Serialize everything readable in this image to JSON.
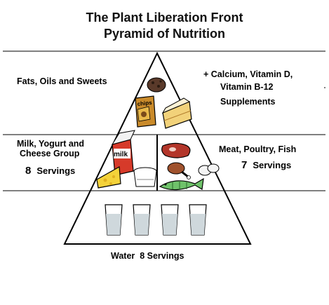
{
  "title": {
    "line1": "The Plant Liberation Front",
    "line2": "Pyramid of Nutrition"
  },
  "tiers": {
    "top": {
      "label": "Fats, Oils and Sweets",
      "note_line1": "+ Calcium, Vitamin D,",
      "note_line2": "Vitamin B-12",
      "note_line3": "Supplements",
      "chips_text": "chips"
    },
    "middle_left": {
      "label_line1": "Milk, Yogurt and",
      "label_line2": "Cheese Group",
      "servings_number": "8",
      "servings_word": "Servings",
      "carton_text": "milk"
    },
    "middle_right": {
      "label": "Meat, Poultry, Fish",
      "servings_number": "7",
      "servings_word": "Servings"
    },
    "bottom": {
      "label": "Water  8 Servings"
    }
  },
  "colors": {
    "line": "#000000",
    "cookie": "#5a3a2a",
    "chips_bag": "#c98a2a",
    "cake": "#f2d27a",
    "cake_frosting": "#fff3d6",
    "milk_carton": "#d63a2a",
    "cheese": "#f4d23a",
    "steak": "#b3362a",
    "drumstick": "#a0522d",
    "fish": "#6fc26a",
    "glass": "#cfd8dc"
  }
}
